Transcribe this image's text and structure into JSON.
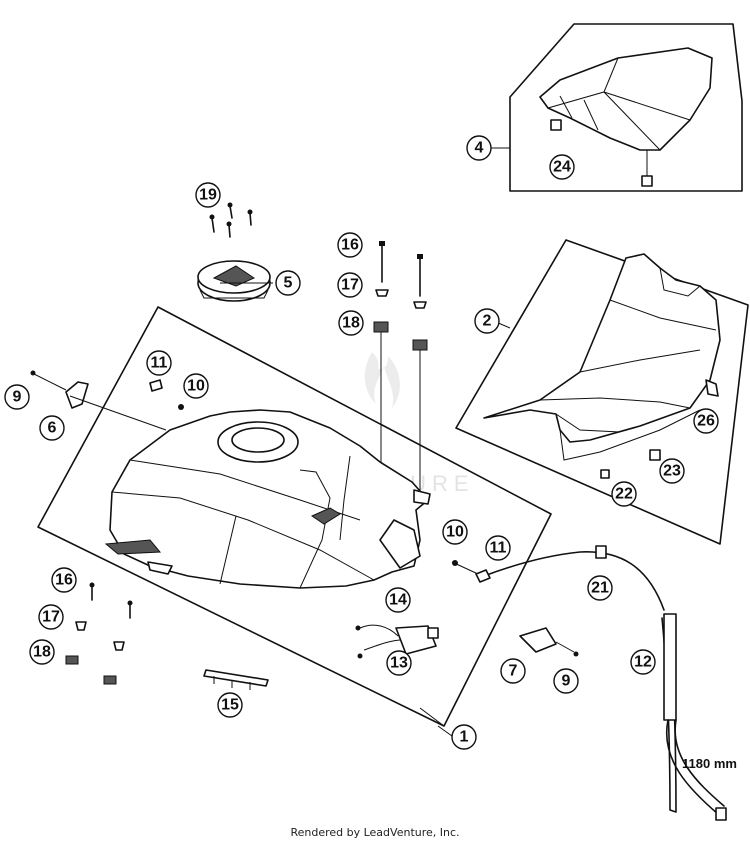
{
  "callouts": {
    "c1": "1",
    "c2": "2",
    "c4": "4",
    "c5": "5",
    "c6": "6",
    "c7": "7",
    "c9a": "9",
    "c9b": "9",
    "c10a": "10",
    "c10b": "10",
    "c11a": "11",
    "c11b": "11",
    "c12": "12",
    "c13": "13",
    "c14": "14",
    "c15": "15",
    "c16a": "16",
    "c16b": "16",
    "c17a": "17",
    "c17b": "17",
    "c18a": "18",
    "c18b": "18",
    "c19": "19",
    "c21": "21",
    "c22": "22",
    "c23": "23",
    "c24": "24",
    "c26": "26"
  },
  "measurement": "1180 mm",
  "watermark": "LEADVENTURE",
  "footer": "Rendered by LeadVenture, Inc."
}
